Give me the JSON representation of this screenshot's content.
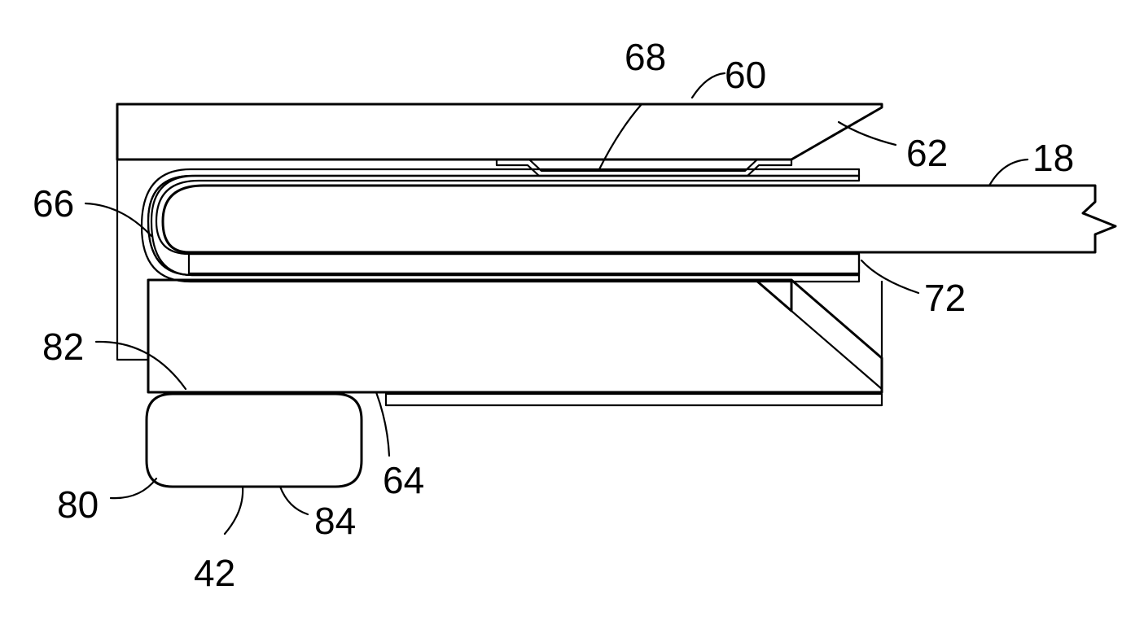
{
  "figure": {
    "stroke_color": "#000000",
    "background": "#ffffff",
    "reference_numerals": {
      "n68": "68",
      "n60": "60",
      "n62": "62",
      "n18": "18",
      "n66": "66",
      "n72": "72",
      "n82": "82",
      "n64": "64",
      "n80": "80",
      "n84": "84",
      "n42": "42"
    }
  }
}
